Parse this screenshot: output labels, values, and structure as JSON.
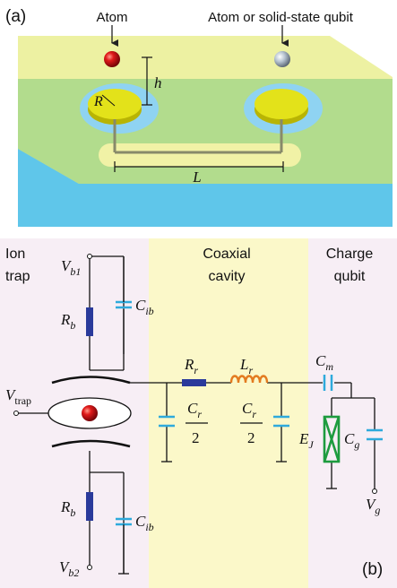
{
  "panel_a": {
    "label": "(a)",
    "atom_label": "Atom",
    "qubit_label": "Atom or solid-state qubit",
    "h_label": "h",
    "r_label": "R",
    "l_label": "L"
  },
  "panel_b": {
    "label": "(b)",
    "section_ion_trap": [
      "Ion",
      "trap"
    ],
    "section_cavity": [
      "Coaxial",
      "cavity"
    ],
    "section_qubit": [
      "Charge",
      "qubit"
    ],
    "vb1": {
      "base": "V",
      "sub": "b1"
    },
    "vb2": {
      "base": "V",
      "sub": "b2"
    },
    "rb_top": {
      "base": "R",
      "sub": "b"
    },
    "rb_bottom": {
      "base": "R",
      "sub": "b"
    },
    "cib_top": {
      "base": "C",
      "sub": "ib"
    },
    "cib_bottom": {
      "base": "C",
      "sub": "ib"
    },
    "vtrap": {
      "base": "V",
      "sub": "trap"
    },
    "rr": {
      "base": "R",
      "sub": "r"
    },
    "lr": {
      "base": "L",
      "sub": "r"
    },
    "cr_left": {
      "base": "C",
      "sub": "r",
      "den": "2"
    },
    "cr_right": {
      "base": "C",
      "sub": "r",
      "den": "2"
    },
    "cm": {
      "base": "C",
      "sub": "m"
    },
    "ej": {
      "base": "E",
      "sub": "J"
    },
    "cg": {
      "base": "C",
      "sub": "g"
    },
    "vg": {
      "base": "V",
      "sub": "g"
    }
  },
  "colors": {
    "trap_bg": "#f7eef5",
    "cavity_bg": "#fbf8c9",
    "qubit_bg": "#f7eef5",
    "top_plane": "#ecf09a",
    "bottom_plane": "#5fc6ea",
    "pad": "#e3e21a",
    "ring": "#8fd3f2",
    "atom": "#cc0c13",
    "resistor": "#2a3a9b",
    "inductor": "#e37b20",
    "capacitor": "#2eaadc",
    "junction": "#1d9b3e"
  }
}
